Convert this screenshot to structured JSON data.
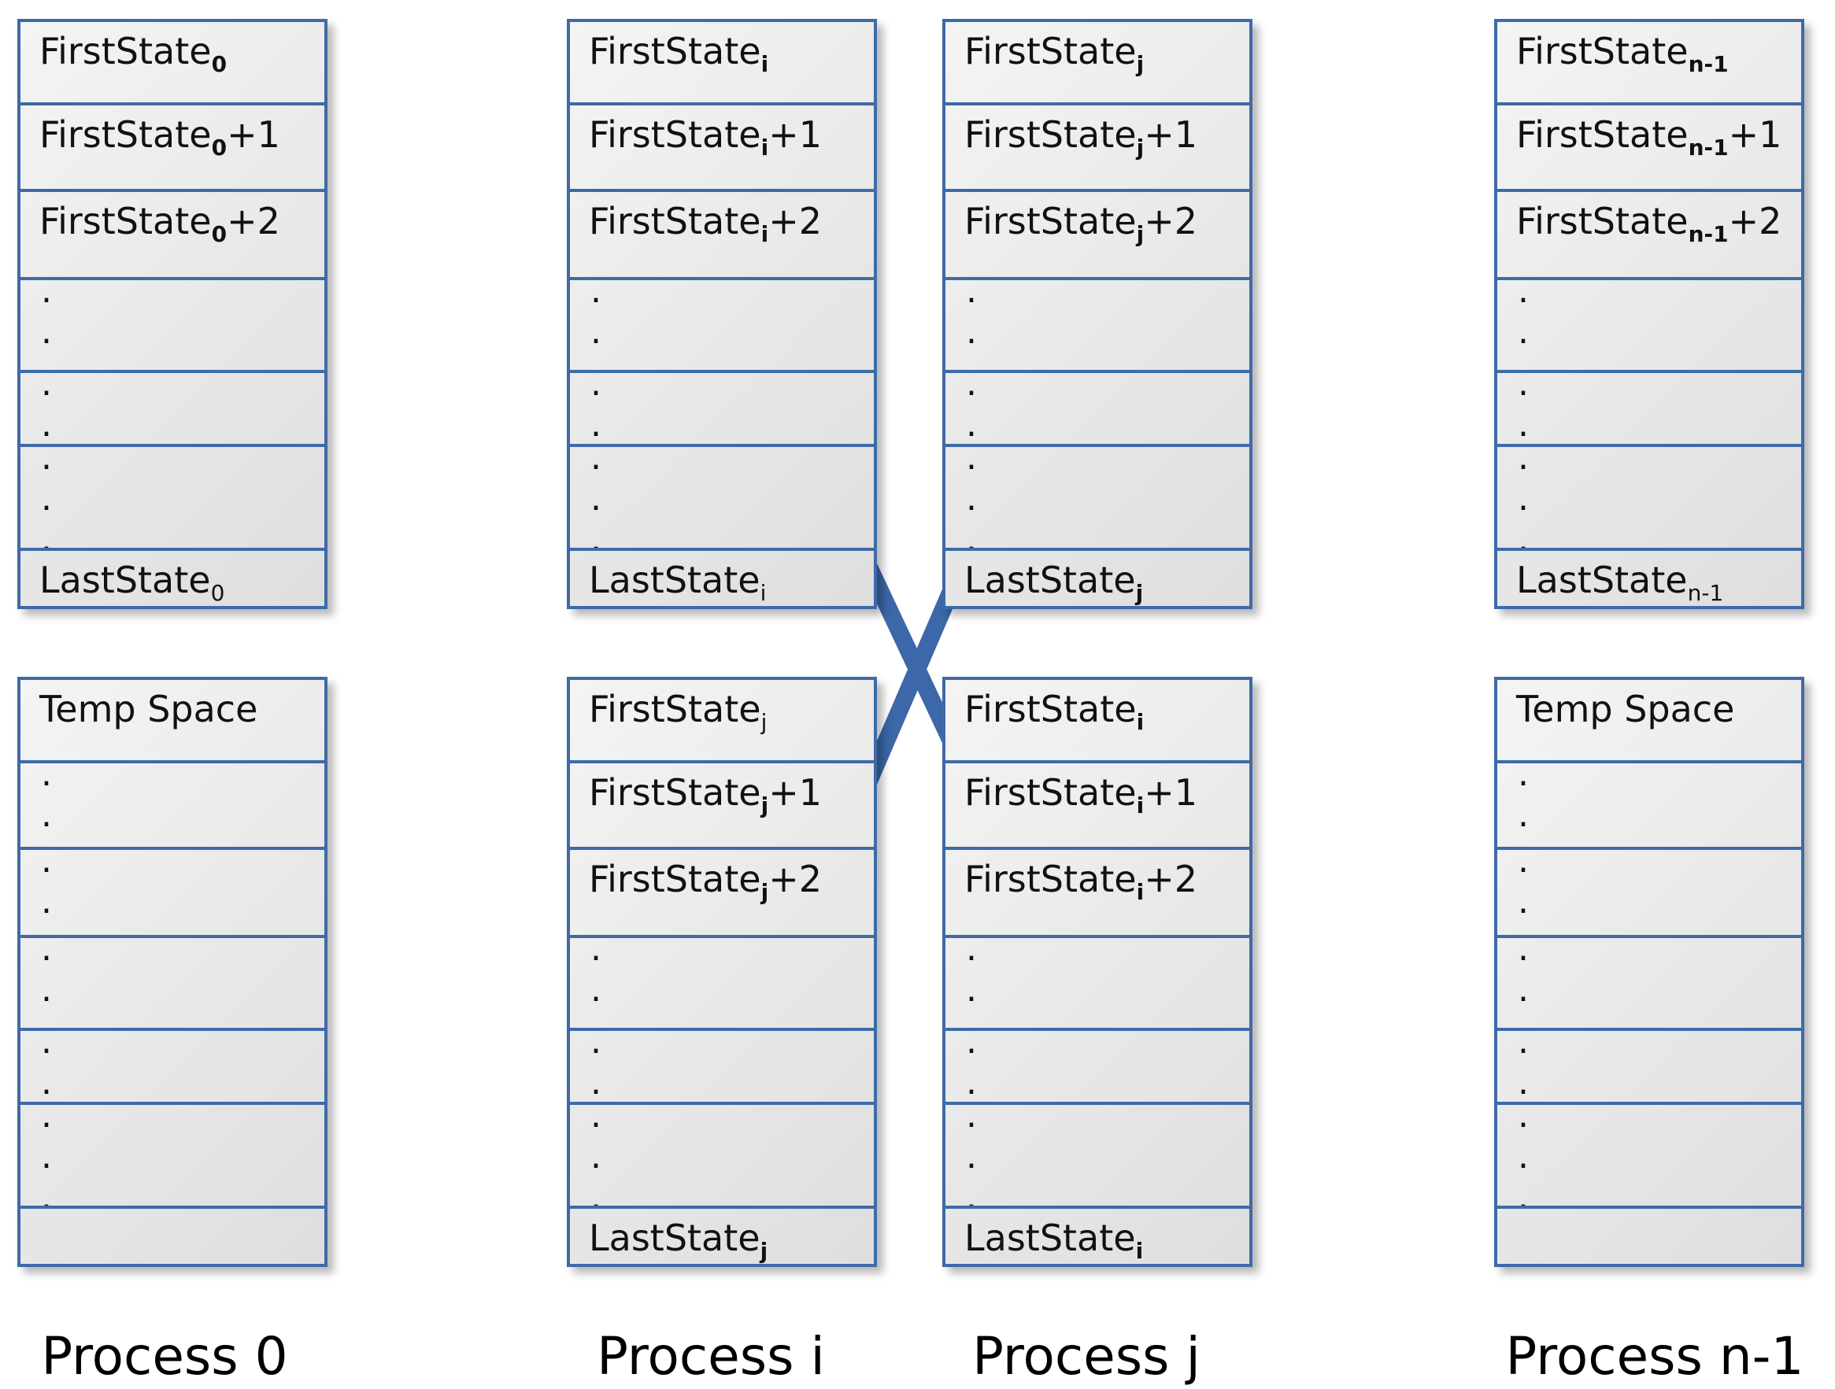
{
  "blocks": [
    {
      "name": "block-p0-top",
      "cells": [
        {
          "base": "FirstState",
          "sub": "0",
          "suffix": "",
          "bold_sub": true
        },
        {
          "base": "FirstState",
          "sub": "0",
          "suffix": "+1",
          "bold_sub": true
        },
        {
          "base": "FirstState",
          "sub": "0",
          "suffix": "+2",
          "bold_sub": true
        },
        {
          "dots": 2
        },
        {
          "dots": 2
        },
        {
          "dots": 3
        },
        {
          "base": "LastState",
          "sub": "0",
          "suffix": "",
          "bold_sub": false
        }
      ]
    },
    {
      "name": "block-p0-bottom",
      "cells": [
        {
          "text": "Temp Space"
        },
        {
          "dots": 2
        },
        {
          "dots": 2
        },
        {
          "dots": 2
        },
        {
          "dots": 2
        },
        {
          "dots": 3
        },
        {
          "empty": true
        }
      ]
    },
    {
      "name": "block-pi-top",
      "cells": [
        {
          "base": "FirstState",
          "sub": "i",
          "suffix": "",
          "bold_sub": true
        },
        {
          "base": "FirstState",
          "sub": "i",
          "suffix": "+1",
          "bold_sub": true
        },
        {
          "base": "FirstState",
          "sub": "i",
          "suffix": "+2",
          "bold_sub": true
        },
        {
          "dots": 2
        },
        {
          "dots": 2
        },
        {
          "dots": 3
        },
        {
          "base": "LastState",
          "sub": "i",
          "suffix": "",
          "bold_sub": false
        }
      ]
    },
    {
      "name": "block-pi-bottom",
      "cells": [
        {
          "base": "FirstState",
          "sub": "j",
          "suffix": "",
          "bold_sub": false
        },
        {
          "base": "FirstState",
          "sub": "j",
          "suffix": "+1",
          "bold_sub": true
        },
        {
          "base": "FirstState",
          "sub": "j",
          "suffix": "+2",
          "bold_sub": true
        },
        {
          "dots": 2
        },
        {
          "dots": 2
        },
        {
          "dots": 3
        },
        {
          "base": "LastState",
          "sub": "j",
          "suffix": "",
          "bold_sub": true
        }
      ]
    },
    {
      "name": "block-pj-top",
      "cells": [
        {
          "base": "FirstState",
          "sub": "j",
          "suffix": "",
          "bold_sub": true
        },
        {
          "base": "FirstState",
          "sub": "j",
          "suffix": "+1",
          "bold_sub": true
        },
        {
          "base": "FirstState",
          "sub": "j",
          "suffix": "+2",
          "bold_sub": true
        },
        {
          "dots": 2
        },
        {
          "dots": 2
        },
        {
          "dots": 3
        },
        {
          "base": "LastState",
          "sub": "j",
          "suffix": "",
          "bold_sub": true
        }
      ]
    },
    {
      "name": "block-pj-bottom",
      "cells": [
        {
          "base": "FirstState",
          "sub": "i",
          "suffix": "",
          "bold_sub": true
        },
        {
          "base": "FirstState",
          "sub": "i",
          "suffix": "+1",
          "bold_sub": true
        },
        {
          "base": "FirstState",
          "sub": "i",
          "suffix": "+2",
          "bold_sub": true
        },
        {
          "dots": 2
        },
        {
          "dots": 2
        },
        {
          "dots": 3
        },
        {
          "base": "LastState",
          "sub": "i",
          "suffix": "",
          "bold_sub": true
        }
      ]
    },
    {
      "name": "block-pn1-top",
      "cells": [
        {
          "base": "FirstState",
          "sub": "n-1",
          "suffix": "",
          "bold_sub": true
        },
        {
          "base": "FirstState",
          "sub": "n-1",
          "suffix": "+1",
          "bold_sub": true
        },
        {
          "base": "FirstState",
          "sub": "n-1",
          "suffix": "+2",
          "bold_sub": true
        },
        {
          "dots": 2
        },
        {
          "dots": 2
        },
        {
          "dots": 3
        },
        {
          "base": "LastState",
          "sub": "n-1",
          "suffix": "",
          "bold_sub": false
        }
      ]
    },
    {
      "name": "block-pn1-bottom",
      "cells": [
        {
          "text": "Temp Space"
        },
        {
          "dots": 2
        },
        {
          "dots": 2
        },
        {
          "dots": 2
        },
        {
          "dots": 2
        },
        {
          "dots": 3
        },
        {
          "empty": true
        }
      ]
    }
  ],
  "processes": [
    "Process 0",
    "Process i",
    "Process j",
    "Process n-1"
  ],
  "colors": {
    "border": "#3e6aa8",
    "arrow": "#3c67a8",
    "cell_fill_light": "#f4f4f4",
    "cell_fill_dark": "#dedede"
  }
}
